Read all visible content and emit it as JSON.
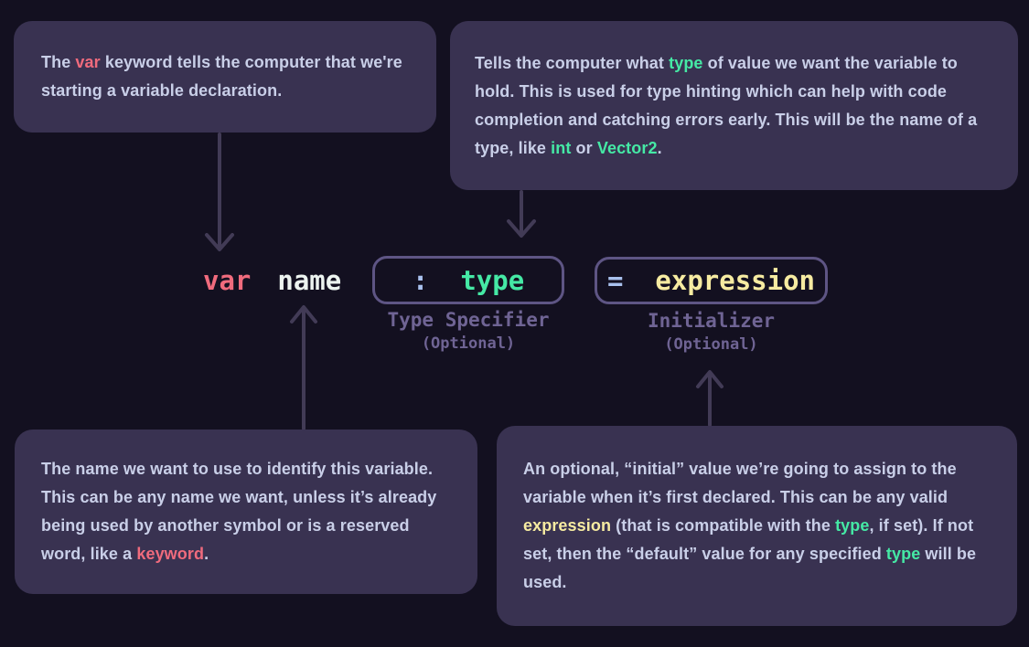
{
  "colors": {
    "page_bg": "#131020",
    "box_bg": "#393251",
    "text": "#c9cfe8",
    "red": "#f06b7d",
    "green": "#45e9a5",
    "yellow": "#f6eba1",
    "blue": "#a9c1ee",
    "white": "#edf4f0",
    "border": "#5e5584",
    "label": "#6f6494",
    "arrow": "#423b56"
  },
  "callouts": {
    "var_box": {
      "segments": [
        {
          "text": "The "
        },
        {
          "text": "var",
          "color": "red"
        },
        {
          "text": " keyword tells the computer that we're starting a variable declaration."
        }
      ]
    },
    "type_box": {
      "segments": [
        {
          "text": "Tells the computer what "
        },
        {
          "text": "type",
          "color": "green"
        },
        {
          "text": " of value we want the variable to hold. This is used for type hinting which can help with code completion and catching errors early. This will be the name of a type, like "
        },
        {
          "text": "int",
          "color": "green"
        },
        {
          "text": " or "
        },
        {
          "text": "Vector2",
          "color": "green"
        },
        {
          "text": "."
        }
      ]
    },
    "name_box": {
      "segments": [
        {
          "text": "The name we want to use to identify this variable. This can be any name we want, unless it’s already being used by another symbol or is a reserved word, like a "
        },
        {
          "text": "keyword",
          "color": "red"
        },
        {
          "text": "."
        }
      ]
    },
    "expression_box": {
      "segments": [
        {
          "text": "An optional, “initial” value we’re going to assign to the variable when it’s first declared. This can be any valid "
        },
        {
          "text": "expression",
          "color": "yellow"
        },
        {
          "text": " (that is compatible with the "
        },
        {
          "text": "type",
          "color": "green"
        },
        {
          "text": ", if set). If not set, then the “default” value for any specified "
        },
        {
          "text": "type",
          "color": "green"
        },
        {
          "text": " will be used."
        }
      ]
    }
  },
  "code": {
    "var_keyword": "var",
    "name": "name",
    "colon": ":",
    "type": "type",
    "equals": "=",
    "expression": "expression"
  },
  "labels": {
    "type_specifier": "Type Specifier",
    "type_optional": "(Optional)",
    "initializer": "Initializer",
    "init_optional": "(Optional)"
  }
}
